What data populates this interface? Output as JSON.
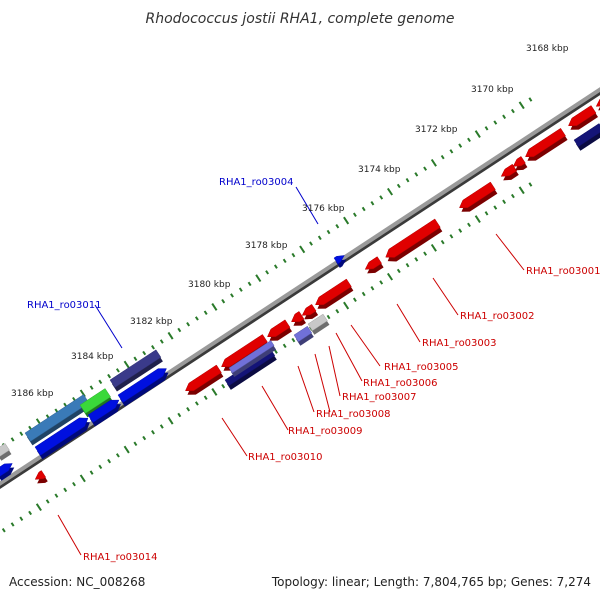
{
  "title": "Rhodococcus jostii RHA1, complete genome",
  "footer": {
    "accession": "Accession: NC_008268",
    "summary": "Topology: linear; Length: 7,804,765 bp; Genes: 7,274"
  },
  "colors": {
    "backbone": "#7a7a7a",
    "tick": "#2a7a2a",
    "label_red": "#cc0000",
    "label_blue": "#0000cc",
    "gene_red": "#e00000",
    "gene_blue": "#0010e0",
    "gene_navy": "#141478",
    "gene_slate": "#3a3a8a",
    "gene_grey": "#c8c8c8",
    "gene_steel": "#3a7ab8",
    "gene_green": "#3ad83a",
    "gene_lavender": "#7070d8"
  },
  "axis_labels": [
    "3168 kbp",
    "3170 kbp",
    "3172 kbp",
    "3174 kbp",
    "3176 kbp",
    "3178 kbp",
    "3180 kbp",
    "3182 kbp",
    "3184 kbp",
    "3186 kbp"
  ],
  "gene_labels": [
    {
      "id": "RHA1_ro03001",
      "color": "red"
    },
    {
      "id": "RHA1_ro03002",
      "color": "red"
    },
    {
      "id": "RHA1_ro03003",
      "color": "red"
    },
    {
      "id": "RHA1_ro03005",
      "color": "red"
    },
    {
      "id": "RHA1_ro03006",
      "color": "red"
    },
    {
      "id": "RHA1_ro03007",
      "color": "red"
    },
    {
      "id": "RHA1_ro03008",
      "color": "red"
    },
    {
      "id": "RHA1_ro03009",
      "color": "red"
    },
    {
      "id": "RHA1_ro03010",
      "color": "red"
    },
    {
      "id": "RHA1_ro03014",
      "color": "red"
    },
    {
      "id": "RHA1_ro03004",
      "color": "blue"
    },
    {
      "id": "RHA1_ro03011",
      "color": "blue"
    }
  ]
}
